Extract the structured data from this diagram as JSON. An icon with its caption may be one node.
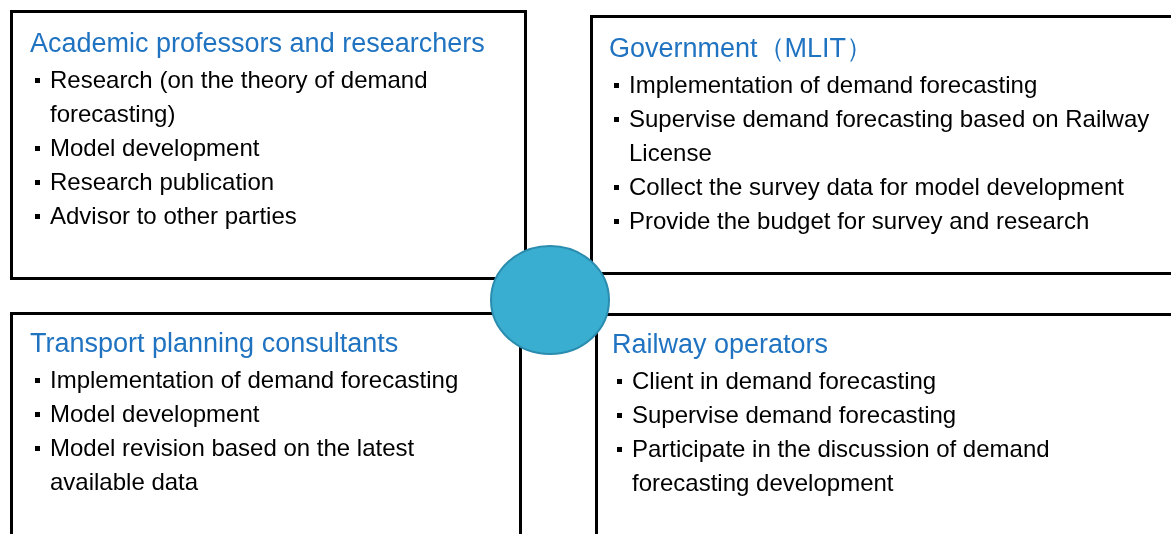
{
  "diagram": {
    "nodes": [
      {
        "text": [
          "Academic professors and researchers",
          "Research (on the theory of demand forecasting)",
          "Model development",
          "Research publication",
          "Advisor to other parties"
        ]
      },
      {
        "text": [
          "Government（MLIT）",
          "Implementation of demand forecasting",
          "Supervise demand forecasting based on Railway License",
          "Collect the survey data for model development",
          "Provide the budget for survey and research"
        ]
      },
      {
        "text": [
          "Transport planning consultants",
          "Implementation of demand forecasting",
          "Model development",
          "Model revision based on the latest available data"
        ]
      },
      {
        "text": [
          "Railway operators",
          "Client in demand forecasting",
          "Supervise demand forecasting",
          "Participate in the discussion of demand forecasting development"
        ]
      },
      {
        "text": [],
        "shape": "circle"
      }
    ],
    "edges": []
  }
}
